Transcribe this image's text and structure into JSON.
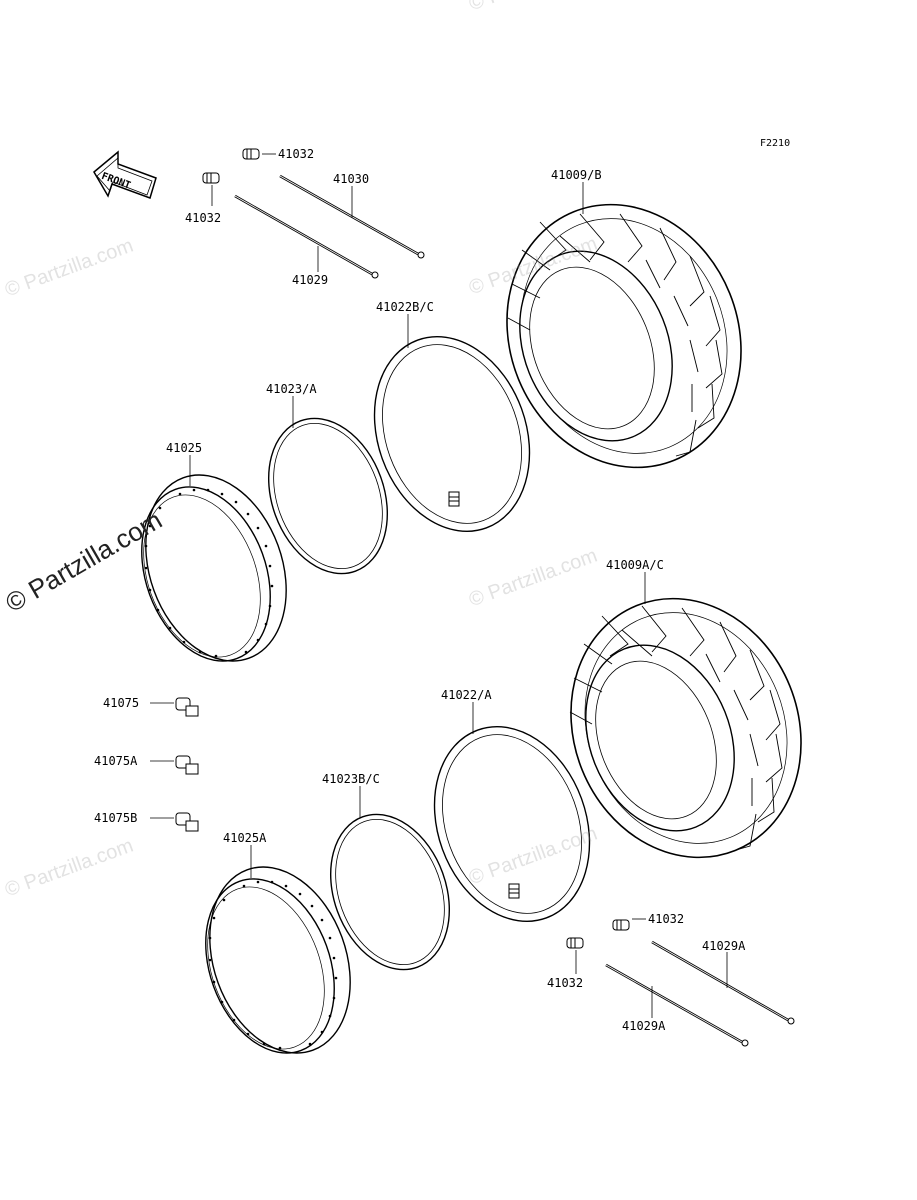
{
  "figure_code": "F2210",
  "front_label": "FRONT",
  "watermarks": {
    "text": "© Partzilla.com",
    "main_text": "© Partzilla.com"
  },
  "part_labels": {
    "p41032_top": "41032",
    "p41032_left": "41032",
    "p41030": "41030",
    "p41029": "41029",
    "p41009b": "41009/B",
    "p41022bc": "41022B/C",
    "p41023a": "41023/A",
    "p41025": "41025",
    "p41009ac": "41009A/C",
    "p41075": "41075",
    "p41075a": "41075A",
    "p41075b": "41075B",
    "p41022a": "41022/A",
    "p41023bc": "41023B/C",
    "p41025a": "41025A",
    "p41032_br1": "41032",
    "p41032_br2": "41032",
    "p41029a_1": "41029A",
    "p41029a_2": "41029A"
  }
}
